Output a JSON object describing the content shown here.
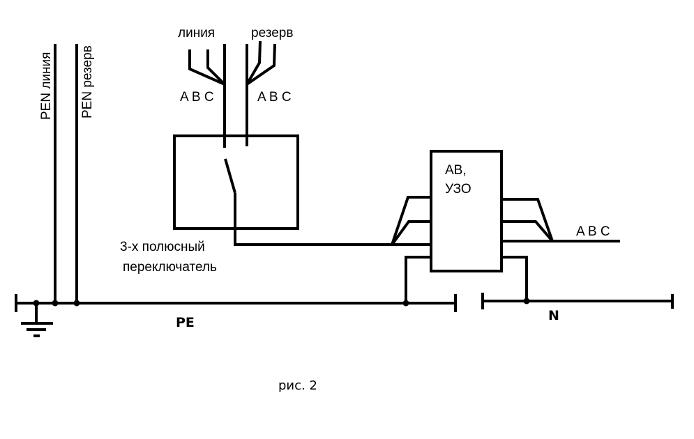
{
  "diagram": {
    "labels": {
      "pen_line": "PEN линия",
      "pen_reserve": "PEN резерв",
      "line_feed": "линия",
      "reserve_feed": "резерв",
      "line_phases": "A B C",
      "reserve_phases": "A B C",
      "switch_line1": "3-х полюсный",
      "switch_line2": "переключатель",
      "breaker_line1": "АВ,",
      "breaker_line2": "УЗО",
      "output_phases": "A B C",
      "pe_bus": "PE",
      "n_bus": "N",
      "caption": "рис. 2"
    },
    "components": [
      {
        "id": "pen-line",
        "type": "conductor",
        "name": "PEN линия"
      },
      {
        "id": "pen-reserve",
        "type": "conductor",
        "name": "PEN резерв"
      },
      {
        "id": "transfer-switch",
        "type": "3-pole changeover switch",
        "name": "3-х полюсный переключатель"
      },
      {
        "id": "breaker-rcd",
        "type": "circuit breaker / RCD",
        "name": "АВ, УЗО"
      },
      {
        "id": "pe-bus",
        "type": "bus",
        "name": "PE"
      },
      {
        "id": "n-bus",
        "type": "bus",
        "name": "N"
      },
      {
        "id": "ground",
        "type": "earth",
        "name": "ground"
      }
    ],
    "connections": [
      [
        "pen-line",
        "pe-bus"
      ],
      [
        "pen-reserve",
        "pe-bus"
      ],
      [
        "ground",
        "pe-bus"
      ],
      [
        "line A B C",
        "transfer-switch"
      ],
      [
        "reserve A B C",
        "transfer-switch"
      ],
      [
        "transfer-switch",
        "breaker-rcd"
      ],
      [
        "breaker-rcd",
        "pe-bus"
      ],
      [
        "breaker-rcd",
        "n-bus"
      ],
      [
        "breaker-rcd",
        "output A B C"
      ]
    ]
  }
}
